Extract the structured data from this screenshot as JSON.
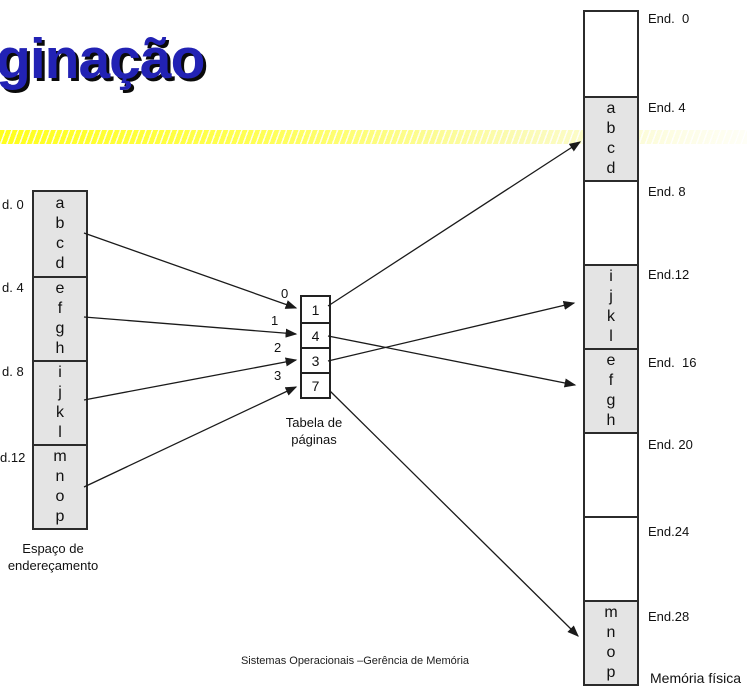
{
  "slide": {
    "title": "ginação",
    "footer": "Sistemas Operacionais –Gerência de Memória"
  },
  "address_space": {
    "caption": [
      "Espaço de",
      "endereçamento"
    ],
    "labels": [
      "d. 0",
      "d. 4",
      "d. 8",
      "d.12"
    ],
    "pages": [
      [
        "a",
        "b",
        "c",
        "d"
      ],
      [
        "e",
        "f",
        "g",
        "h"
      ],
      [
        "i",
        "j",
        "k",
        "l"
      ],
      [
        "m",
        "n",
        "o",
        "p"
      ]
    ]
  },
  "page_table": {
    "caption": [
      "Tabela de",
      "páginas"
    ],
    "indices": [
      "0",
      "1",
      "2",
      "3"
    ],
    "entries": [
      "1",
      "4",
      "3",
      "7"
    ]
  },
  "physical_memory": {
    "caption": "Memória física",
    "labels": [
      "End.  0",
      "End. 4",
      "End. 8",
      "End.12",
      "End.  16",
      "End. 20",
      "End.24",
      "End.28"
    ],
    "frames": [
      [],
      [
        "a",
        "b",
        "c",
        "d"
      ],
      [],
      [
        "i",
        "j",
        "k",
        "l"
      ],
      [
        "e",
        "f",
        "g",
        "h"
      ],
      [],
      [],
      [
        "m",
        "n",
        "o",
        "p"
      ]
    ]
  },
  "colors": {
    "title_blue": "#2222b4",
    "band_yellow": "#ffff1c",
    "frame_fill": "#e4e4e4"
  }
}
